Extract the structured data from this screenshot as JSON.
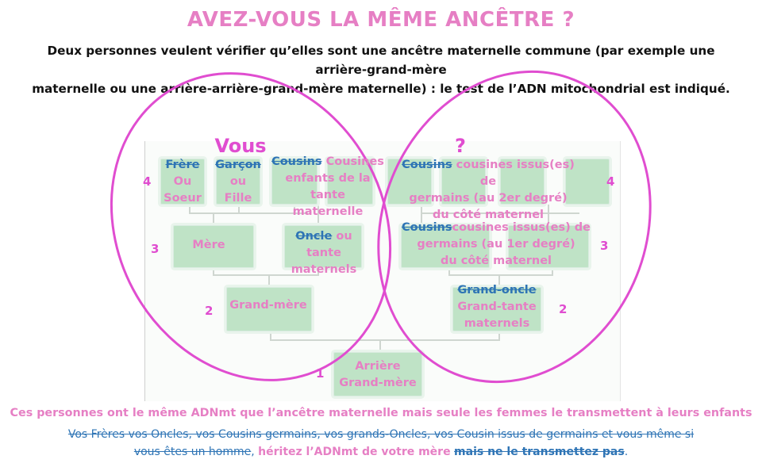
{
  "title": "AVEZ-VOUS LA MÊME ANCÊTRE ?",
  "intro": {
    "line1": "Deux personnes veulent vérifier qu’elles sont une ancêtre maternelle commune (par exemple une arrière-grand-mère",
    "line2": "maternelle ou une arrière-arrière-grand-mère maternelle) : le test de l’ADN mitochondrial est indiqué."
  },
  "ellipse_labels": {
    "left": "Vous",
    "right": "?"
  },
  "generation_numbers": {
    "n1": "1",
    "n2": "2",
    "n3": "3",
    "n4": "4"
  },
  "left": {
    "sibling_strike": "Frère",
    "sibling_rest": "Ou Soeur",
    "child_strike": "Garçon",
    "child_rest": "ou Fille",
    "cousin_strike": "Cousins",
    "cousin_rest1": "Cousines",
    "cousin_rest2": "enfants de la tante",
    "cousin_rest3": "maternelle",
    "mother": "Mère",
    "uncle_strike": "Oncle",
    "uncle_rest1": "ou tante",
    "uncle_rest2": "maternels",
    "grandmother": "Grand-mère"
  },
  "right": {
    "cousin2_strike": "Cousins",
    "cousin2_rest1": "cousines issus(es) de",
    "cousin2_rest2": "germains (au 2er degré)",
    "cousin2_rest3": "du côté maternel",
    "cousin1_strike": "Cousins",
    "cousin1_rest1": "cousines issus(es) de",
    "cousin1_rest2": "germains (au 1er degré)",
    "cousin1_rest3": "du côté maternel",
    "granduncle_strike": "Grand-oncle",
    "grandaunt1": "Grand-tante",
    "grandaunt2": "maternels"
  },
  "root": {
    "line1": "Arrière",
    "line2": "Grand-mère"
  },
  "bottom": {
    "pink": "Ces personnes ont le même ADNmt que l’ancêtre maternelle mais seule les femmes le transmettent à leurs enfants",
    "blue1": "Vos Frères vos Oncles, vos Cousins germains, vos grands-Oncles, vos Cousin issus de germains et vous même si",
    "blue2a": "vous êtes un homme",
    "comma": ",",
    "pink2": "héritez l’ADNmt de votre mère",
    "blue2b": "mais ne le transmettez pas",
    "dot": "."
  },
  "colors": {
    "pink": "#e67fc4",
    "magenta": "#e04dd0",
    "blue": "#2e74b5",
    "box": "#bfe3c6"
  }
}
